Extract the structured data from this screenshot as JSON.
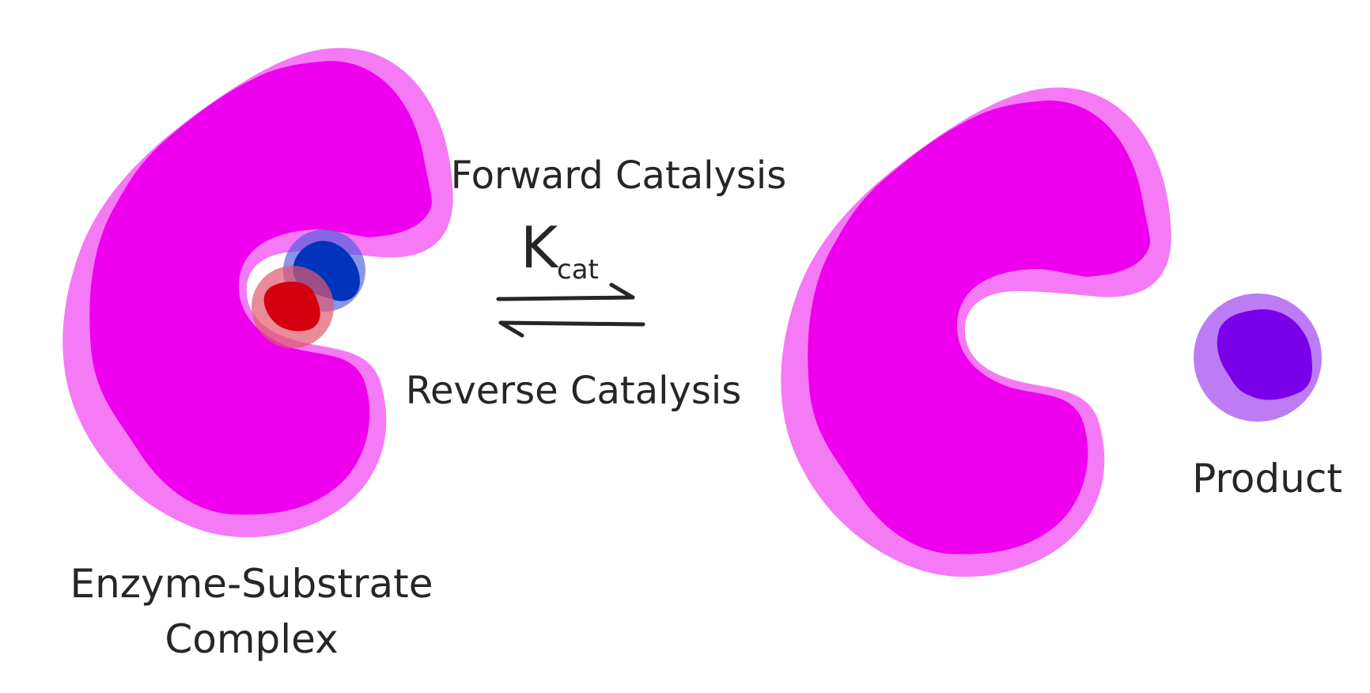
{
  "labels": {
    "enzyme_substrate_line1": "Enzyme-Substrate",
    "enzyme_substrate_line2": "Complex",
    "forward": "Forward Catalysis",
    "reverse": "Reverse Catalysis",
    "kcat_main": "K",
    "kcat_sub": "cat",
    "product": "Product"
  },
  "colors": {
    "enzyme_outer": "#f57af5",
    "enzyme_inner": "#ee00ee",
    "substrate_blue_halo": "#7a86ea",
    "substrate_blue": "#0033bb",
    "substrate_red_halo": "#e86a7a",
    "substrate_red": "#d40010",
    "product_halo": "#bc7cf4",
    "product": "#7a00ea",
    "arrows": "#262626",
    "text": "#262626"
  }
}
